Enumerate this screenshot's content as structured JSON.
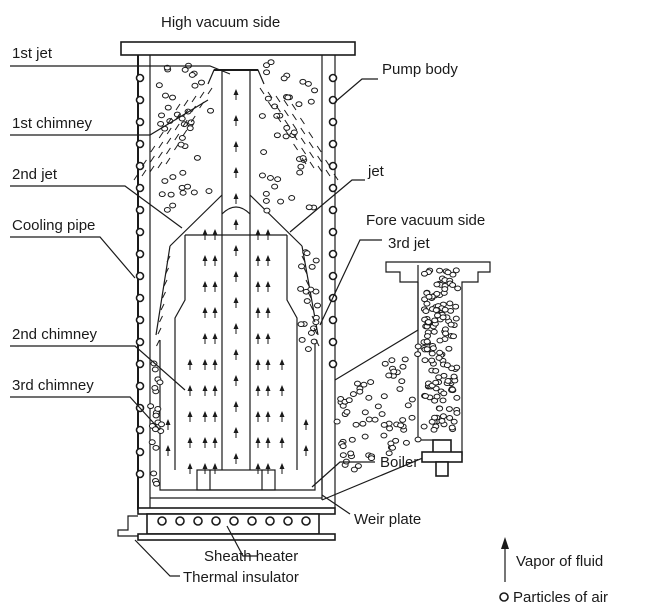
{
  "labels": {
    "high_vacuum_side": "High vacuum side",
    "first_jet": "1st jet",
    "pump_body": "Pump body",
    "first_chimney": "1st chimney",
    "second_jet": "2nd jet",
    "jet": "jet",
    "fore_vacuum_side": "Fore vacuum side",
    "third_jet": "3rd jet",
    "cooling_pipe": "Cooling pipe",
    "second_chimney": "2nd chimney",
    "third_chimney": "3rd chimney",
    "boiler": "Boiler",
    "weir_plate": "Weir plate",
    "sheath_heater": "Sheath heater",
    "thermal_insulator": "Thermal insulator"
  },
  "legend": {
    "vapor": "Vapor of fluid",
    "particles": "Particles of air"
  },
  "colors": {
    "ink": "#1a1a1a",
    "background": "#ffffff"
  }
}
